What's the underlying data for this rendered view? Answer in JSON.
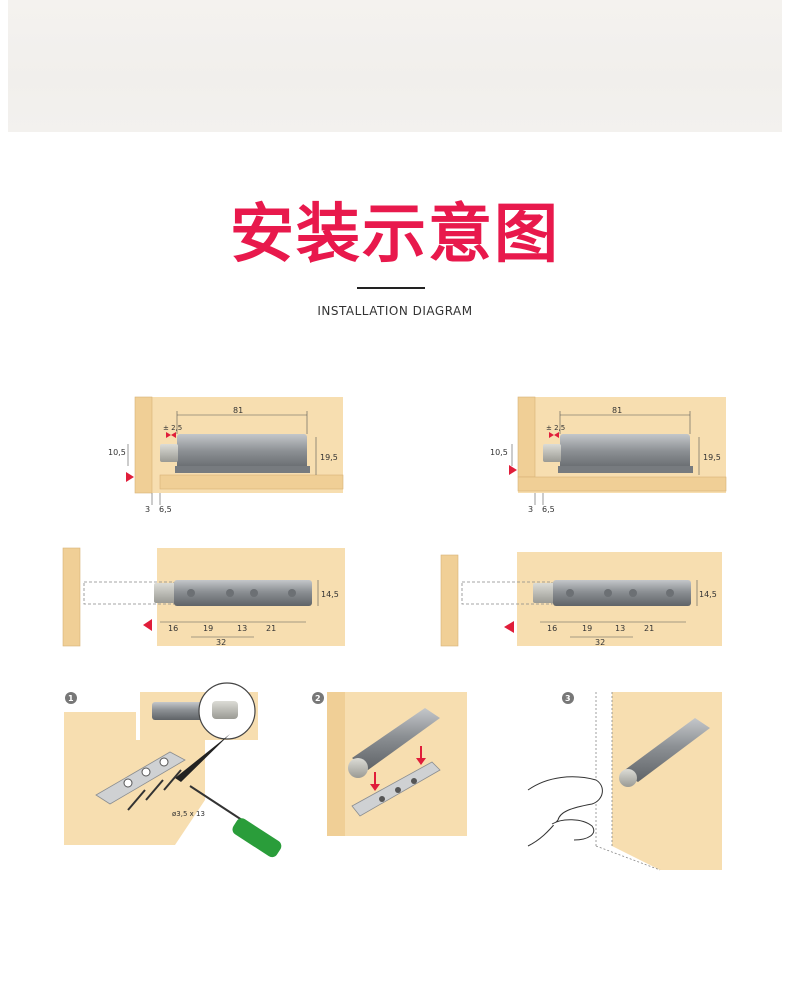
{
  "header": {
    "title": "安装示意图",
    "subtitle": "INSTALLATION DIAGRAM"
  },
  "dimensions": {
    "length": "81",
    "tolerance": "± 2,5",
    "height_offset": "10,5",
    "body_height": "19,5",
    "gap_a": "3",
    "gap_b": "6,5",
    "diameter": "14,5",
    "spacing_1": "16",
    "spacing_2": "19",
    "spacing_3": "13",
    "spacing_4": "21",
    "spacing_total": "32"
  },
  "steps": {
    "step1": "1",
    "step2": "2",
    "step3": "3",
    "screw_spec": "ø3,5 x 13"
  },
  "colors": {
    "title": "#e8194c",
    "wood": "#f7deb0",
    "wood_edge": "#e9c98c",
    "device": "#8e9296",
    "arrow": "#e01d3a"
  }
}
